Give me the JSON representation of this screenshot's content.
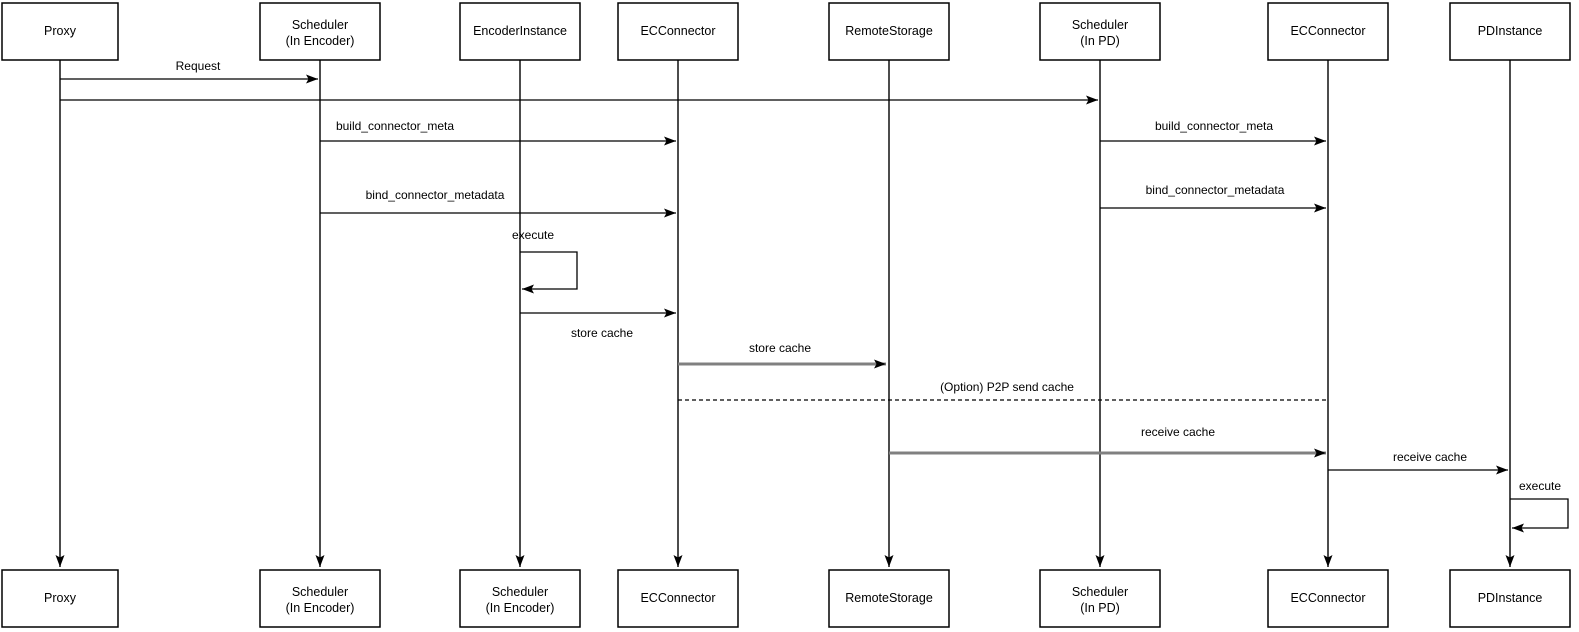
{
  "diagram": {
    "type": "sequence-diagram",
    "background": "#ffffff",
    "stroke_color": "#000000",
    "gray_arrow_color": "#808080"
  },
  "participants": {
    "top": [
      {
        "label": "Proxy",
        "sublabel": ""
      },
      {
        "label": "Scheduler",
        "sublabel": "(In Encoder)"
      },
      {
        "label": "EncoderInstance",
        "sublabel": ""
      },
      {
        "label": "ECConnector",
        "sublabel": ""
      },
      {
        "label": "RemoteStorage",
        "sublabel": ""
      },
      {
        "label": "Scheduler",
        "sublabel": "(In PD)"
      },
      {
        "label": "ECConnector",
        "sublabel": ""
      },
      {
        "label": "PDInstance",
        "sublabel": ""
      }
    ],
    "bottom": [
      {
        "label": "Proxy",
        "sublabel": ""
      },
      {
        "label": "Scheduler",
        "sublabel": "(In Encoder)"
      },
      {
        "label": "Scheduler",
        "sublabel": "(In Encoder)"
      },
      {
        "label": "ECConnector",
        "sublabel": ""
      },
      {
        "label": "RemoteStorage",
        "sublabel": ""
      },
      {
        "label": "Scheduler",
        "sublabel": "(In PD)"
      },
      {
        "label": "ECConnector",
        "sublabel": ""
      },
      {
        "label": "PDInstance",
        "sublabel": ""
      }
    ]
  },
  "messages": [
    {
      "label": "Request",
      "from": "Proxy",
      "to": "Scheduler (In Encoder)",
      "style": "solid"
    },
    {
      "label": "",
      "from": "Proxy",
      "to": "Scheduler (In PD)",
      "style": "solid"
    },
    {
      "label": "build_connector_meta",
      "from": "Scheduler (In Encoder)",
      "to": "ECConnector",
      "style": "solid"
    },
    {
      "label": "build_connector_meta",
      "from": "Scheduler (In PD)",
      "to": "ECConnector",
      "style": "solid"
    },
    {
      "label": "bind_connector_metadata",
      "from": "Scheduler (In Encoder)",
      "to": "ECConnector",
      "style": "solid"
    },
    {
      "label": "bind_connector_metadata",
      "from": "Scheduler (In PD)",
      "to": "ECConnector",
      "style": "solid"
    },
    {
      "label": "execute",
      "from": "EncoderInstance",
      "to": "EncoderInstance",
      "style": "self-loop"
    },
    {
      "label": "store cache",
      "from": "EncoderInstance",
      "to": "ECConnector",
      "style": "solid"
    },
    {
      "label": "store cache",
      "from": "ECConnector",
      "to": "RemoteStorage",
      "style": "thick-gray"
    },
    {
      "label": "(Option) P2P send cache",
      "from": "ECConnector",
      "to": "ECConnector",
      "style": "dashed"
    },
    {
      "label": "receive cache",
      "from": "RemoteStorage",
      "to": "ECConnector",
      "style": "thick-gray"
    },
    {
      "label": "receive cache",
      "from": "ECConnector",
      "to": "PDInstance",
      "style": "solid"
    },
    {
      "label": "execute",
      "from": "PDInstance",
      "to": "PDInstance",
      "style": "self-loop"
    }
  ]
}
